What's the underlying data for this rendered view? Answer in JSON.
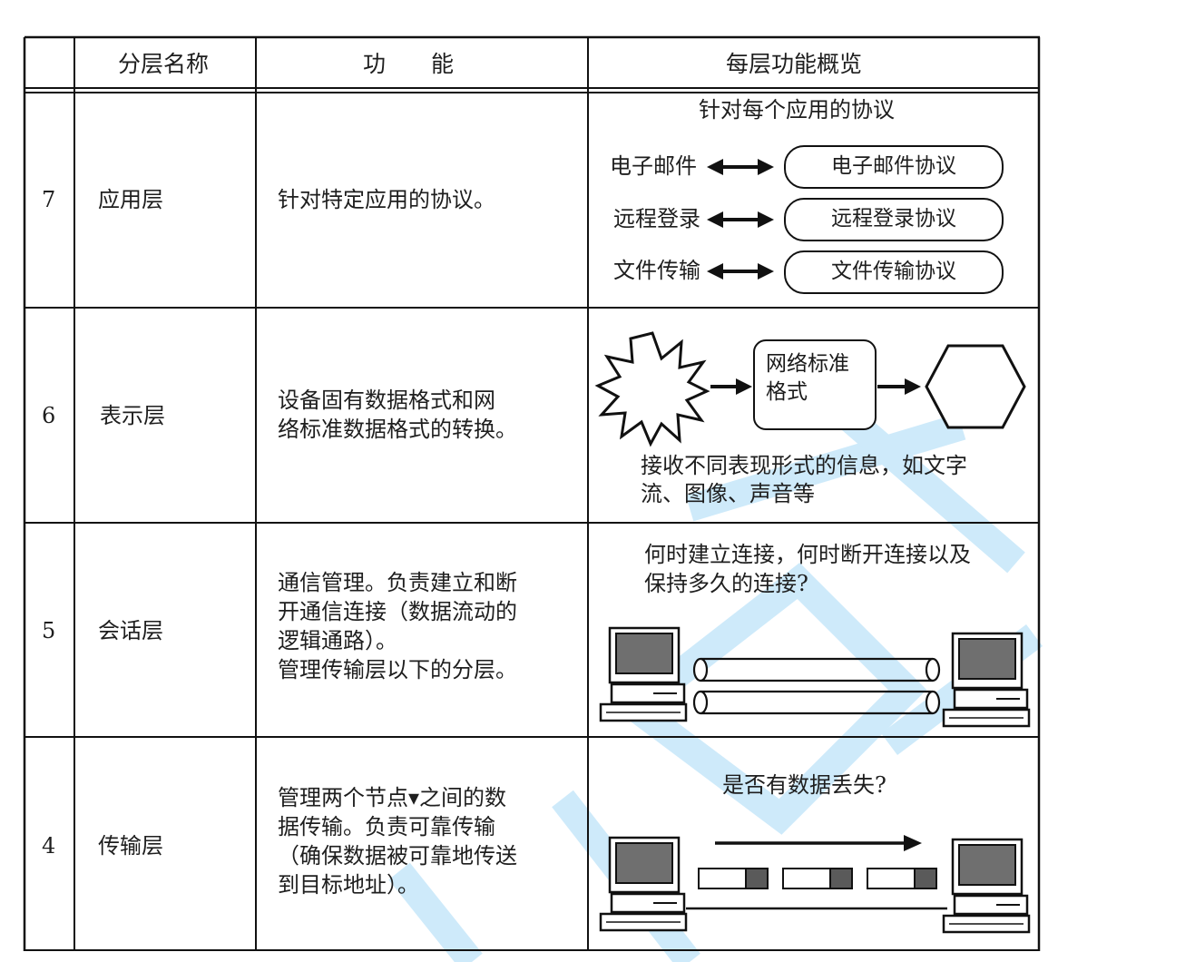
{
  "header": {
    "col_name": "分层名称",
    "col_function": "功　　能",
    "col_overview": "每层功能概览"
  },
  "rows": [
    {
      "number": "7",
      "name": "应用层",
      "function_lines": [
        "针对特定应用的协议。"
      ],
      "overview": {
        "title": "针对每个应用的协议",
        "pairs": [
          {
            "app": "电子邮件",
            "protocol": "电子邮件协议"
          },
          {
            "app": "远程登录",
            "protocol": "远程登录协议"
          },
          {
            "app": "文件传输",
            "protocol": "文件传输协议"
          }
        ]
      }
    },
    {
      "number": "6",
      "name": "表示层",
      "function_lines": [
        "设备固有数据格式和网",
        "络标准数据格式的转换。"
      ],
      "overview": {
        "box_lines": [
          "网络标准",
          "格式"
        ],
        "caption_lines": [
          "接收不同表现形式的信息，如文字",
          "流、图像、声音等"
        ]
      }
    },
    {
      "number": "5",
      "name": "会话层",
      "function_lines": [
        "通信管理。负责建立和断",
        "开通信连接（数据流动的",
        "逻辑通路）。",
        "管理传输层以下的分层。"
      ],
      "overview": {
        "question_lines": [
          "何时建立连接，何时断开连接以及",
          "保持多久的连接?"
        ]
      }
    },
    {
      "number": "4",
      "name": "传输层",
      "function_lines": [
        "管理两个节点▾之间的数",
        "据传输。负责可靠传输",
        "（确保数据被可靠地传送",
        "到目标地址）。"
      ],
      "overview": {
        "question": "是否有数据丢失?"
      }
    }
  ],
  "colors": {
    "line": "#111111",
    "screen": "#6f6f6f",
    "watermark": "#3fb0ee"
  }
}
